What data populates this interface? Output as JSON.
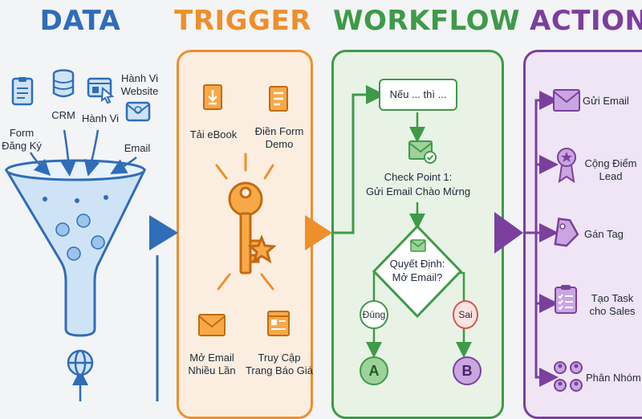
{
  "headings": {
    "data": "DATA",
    "trigger": "TRIGGER",
    "workflow": "WORKFLOW",
    "action": "ACTION"
  },
  "data_panel": {
    "sources": {
      "form": "Form\nĐăng Ký",
      "crm": "CRM",
      "behavior": "Hành Vi",
      "website_behavior": "Hành Vi\nWebsite",
      "email": "Email"
    }
  },
  "trigger_panel": {
    "items": {
      "ebook": "Tải eBook",
      "demo_form": "Điền Form\nDemo",
      "open_email": "Mở Email\nNhiều Lần",
      "pricing_page": "Truy Cập\nTrang Báo Giá"
    }
  },
  "workflow_panel": {
    "condition": "Nếu ... thì ...",
    "checkpoint": "Check Point 1:\nGửi Email Chào Mừng",
    "decision": "Quyết Định:\nMở Email?",
    "yes": "Đúng",
    "no": "Sai",
    "branch_a": "A",
    "branch_b": "B"
  },
  "action_panel": {
    "items": {
      "send_email": "Gửi Email",
      "lead_score": "Cộng Điểm\nLead",
      "tag": "Gán Tag",
      "sales_task": "Tạo Task\ncho Sales",
      "segment": "Phân Nhóm"
    }
  },
  "colors": {
    "data": "#2f6db8",
    "trigger": "#ef8f2a",
    "workflow": "#3e9a48",
    "action": "#7b3f9e",
    "trigger_bg": "#fbeee0",
    "workflow_bg": "#e8f3e6",
    "action_bg": "#efe5f4"
  }
}
